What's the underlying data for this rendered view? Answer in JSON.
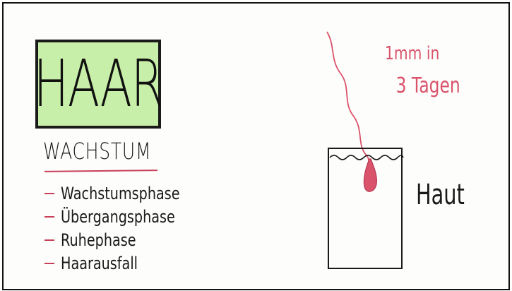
{
  "title": "HAAR",
  "subtitle": "WACHSTUM",
  "phases": [
    "Wachstumsphase",
    "Übergangsphase",
    "Ruhephase",
    "Haarausfall"
  ],
  "growth_rate": {
    "line1": "1mm in",
    "line2": "3 Tagen"
  },
  "skin_label": "Haut",
  "colors": {
    "title_box": "#c8efa9",
    "accent": "#c8405a",
    "rate_text": "#d9536b",
    "ink": "#1a1a1a"
  }
}
